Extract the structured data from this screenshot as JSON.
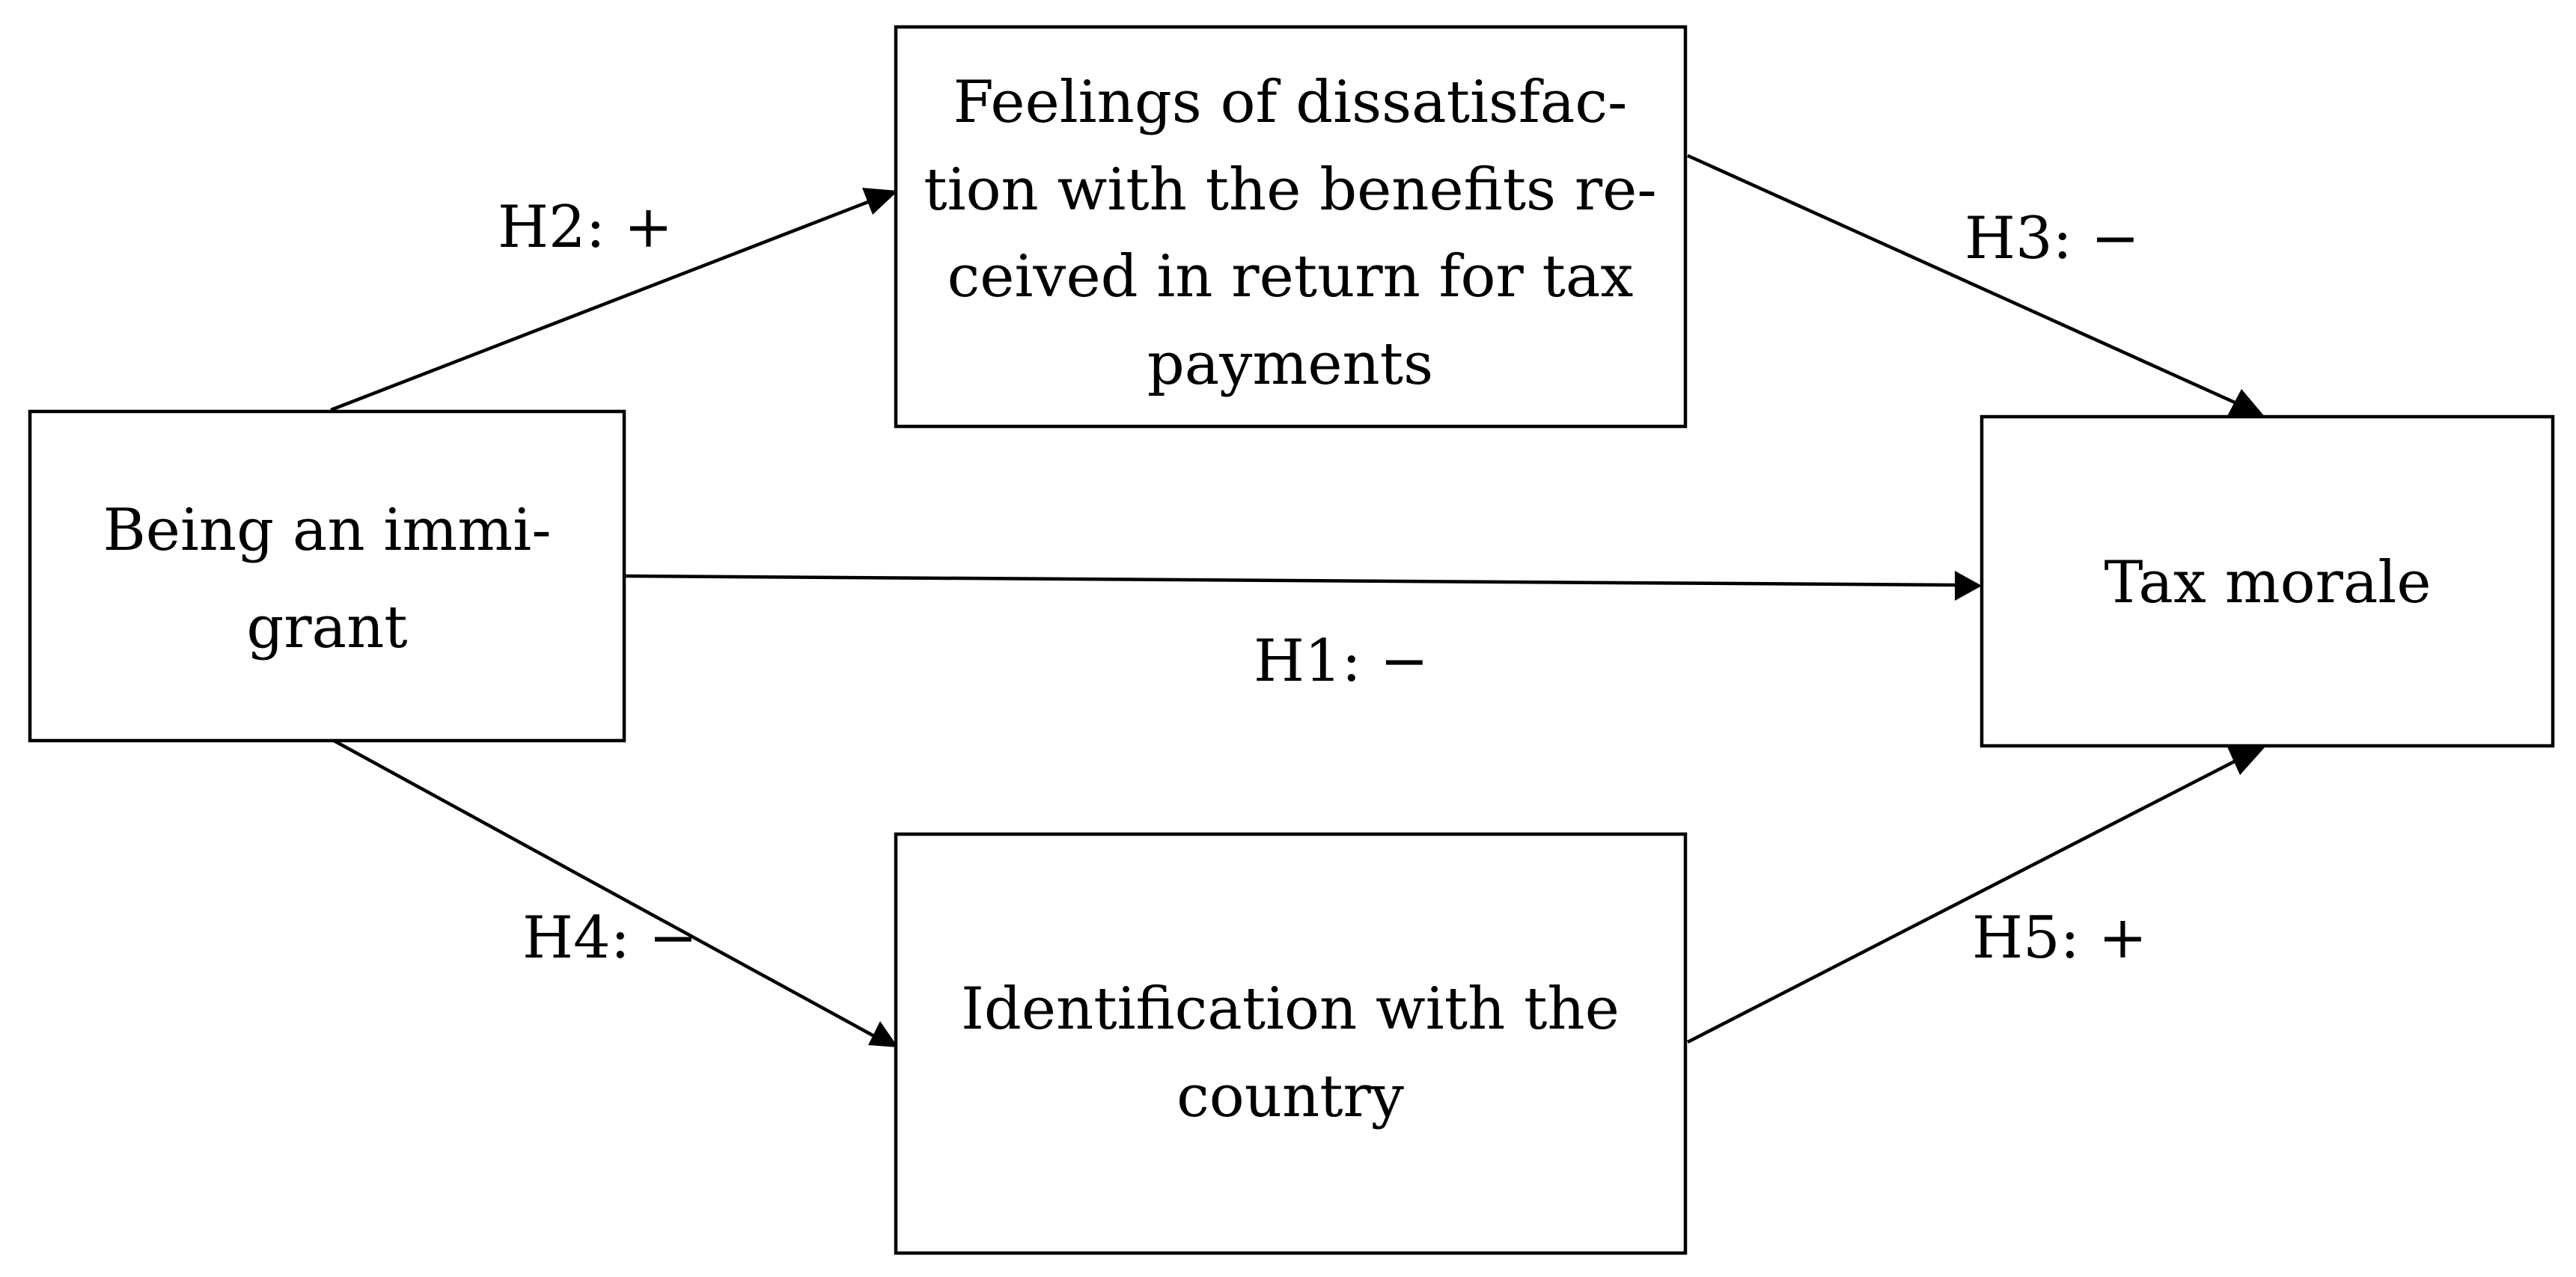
{
  "diagram": {
    "nodes": {
      "immigrant": {
        "lines": [
          "Being an immi-",
          "grant"
        ]
      },
      "dissatisfaction": {
        "lines": [
          "Feelings of dissatisfac-",
          "tion with the benefits re-",
          "ceived in return for tax",
          "payments"
        ]
      },
      "identification": {
        "lines": [
          "Identification with the",
          "country"
        ]
      },
      "tax_morale": {
        "lines": [
          "Tax morale"
        ]
      }
    },
    "edges": {
      "h1": {
        "label": "H1: −"
      },
      "h2": {
        "label": "H2: +"
      },
      "h3": {
        "label": "H3: −"
      },
      "h4": {
        "label": "H4: −"
      },
      "h5": {
        "label": "H5: +"
      }
    },
    "colors": {
      "stroke": "#000000",
      "background": "#ffffff"
    }
  }
}
